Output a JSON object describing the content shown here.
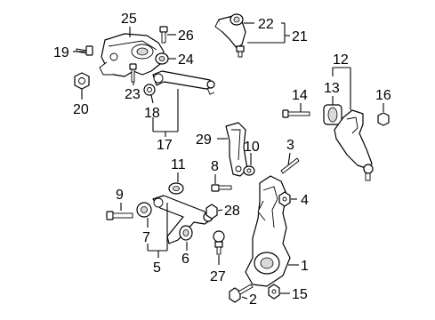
{
  "callouts": [
    {
      "id": "1",
      "label": "1"
    },
    {
      "id": "2",
      "label": "2"
    },
    {
      "id": "3",
      "label": "3"
    },
    {
      "id": "4",
      "label": "4"
    },
    {
      "id": "5",
      "label": "5"
    },
    {
      "id": "6",
      "label": "6"
    },
    {
      "id": "7",
      "label": "7"
    },
    {
      "id": "8",
      "label": "8"
    },
    {
      "id": "9",
      "label": "9"
    },
    {
      "id": "10",
      "label": "10"
    },
    {
      "id": "11",
      "label": "11"
    },
    {
      "id": "12",
      "label": "12"
    },
    {
      "id": "13",
      "label": "13"
    },
    {
      "id": "14",
      "label": "14"
    },
    {
      "id": "15",
      "label": "15"
    },
    {
      "id": "16",
      "label": "16"
    },
    {
      "id": "17",
      "label": "17"
    },
    {
      "id": "18",
      "label": "18"
    },
    {
      "id": "19",
      "label": "19"
    },
    {
      "id": "20",
      "label": "20"
    },
    {
      "id": "21",
      "label": "21"
    },
    {
      "id": "22",
      "label": "22"
    },
    {
      "id": "23",
      "label": "23"
    },
    {
      "id": "24",
      "label": "24"
    },
    {
      "id": "25",
      "label": "25"
    },
    {
      "id": "26",
      "label": "26"
    },
    {
      "id": "27",
      "label": "27"
    },
    {
      "id": "28",
      "label": "28"
    },
    {
      "id": "29",
      "label": "29"
    }
  ],
  "colors": {
    "line": "#000000",
    "background": "#ffffff",
    "shade": "#d9d9d9"
  }
}
